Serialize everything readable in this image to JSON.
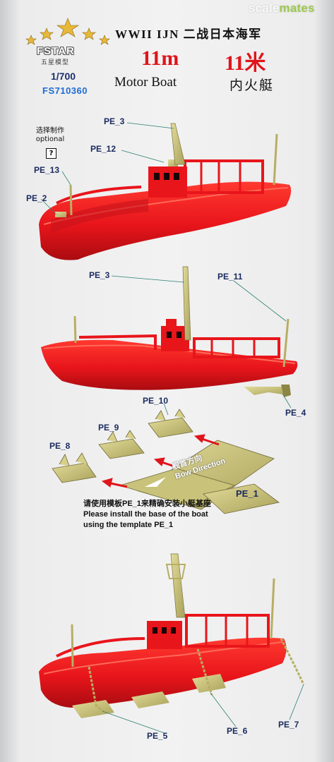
{
  "watermark": {
    "part1": "scale",
    "part2": "mates"
  },
  "brand": {
    "name": "FSTAR",
    "name_cn": "五星模型",
    "scale": "1/700",
    "code": "FS710360"
  },
  "title": {
    "line1": "WWII IJN 二战日本海军",
    "size_en": "11m",
    "size_cn": "11米",
    "name_en": "Motor Boat",
    "name_cn": "内火艇"
  },
  "optional": {
    "cn": "选择制作",
    "en": "optional",
    "mark": "?"
  },
  "labels": {
    "pe3a": "PE_3",
    "pe12": "PE_12",
    "pe13": "PE_13",
    "pe2": "PE_2",
    "pe3b": "PE_3",
    "pe11": "PE_11",
    "pe4": "PE_4",
    "pe10": "PE_10",
    "pe9": "PE_9",
    "pe8": "PE_8",
    "pe1": "PE_1",
    "pe5": "PE_5",
    "pe6": "PE_6",
    "pe7": "PE_7"
  },
  "template": {
    "cn": "舰首方向",
    "en": "Bow Direction"
  },
  "note": {
    "cn": "请使用模板PE_1来精确安装小艇基座",
    "en1": "Please install the base of the boat",
    "en2": "using the template PE_1"
  },
  "colors": {
    "hull": "#e8151b",
    "hull_dark": "#a90c10",
    "brass": "#c9c27a",
    "label": "#1a2a5e",
    "code": "#1d6bd6"
  }
}
